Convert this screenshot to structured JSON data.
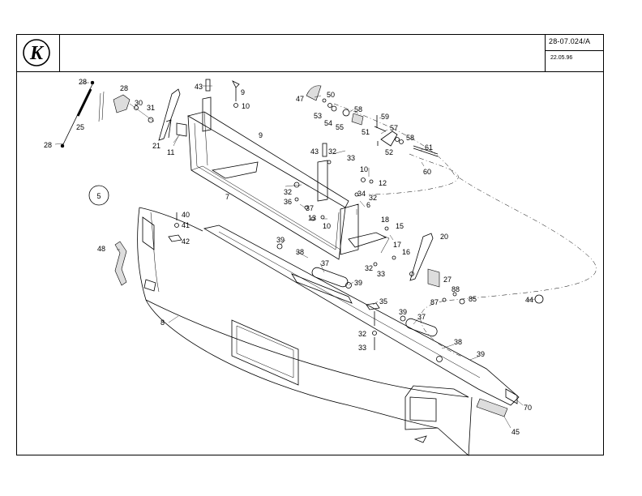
{
  "header": {
    "logo_letter": "K",
    "doc_number": "28-07.024/A",
    "doc_date": "22.05.96"
  },
  "diagram": {
    "circled_label": "5",
    "callouts": [
      {
        "id": "c28a",
        "text": "28"
      },
      {
        "id": "c28b",
        "text": "28"
      },
      {
        "id": "c28c",
        "text": "28"
      },
      {
        "id": "c30",
        "text": "30"
      },
      {
        "id": "c31",
        "text": "31"
      },
      {
        "id": "c25",
        "text": "25"
      },
      {
        "id": "c21",
        "text": "21"
      },
      {
        "id": "c11",
        "text": "11"
      },
      {
        "id": "c43a",
        "text": "43"
      },
      {
        "id": "c9a",
        "text": "9"
      },
      {
        "id": "c10a",
        "text": "10"
      },
      {
        "id": "c9b",
        "text": "9"
      },
      {
        "id": "c7",
        "text": "7"
      },
      {
        "id": "c47",
        "text": "47"
      },
      {
        "id": "c50",
        "text": "50"
      },
      {
        "id": "c53",
        "text": "53"
      },
      {
        "id": "c54",
        "text": "54"
      },
      {
        "id": "c55",
        "text": "55"
      },
      {
        "id": "c58a",
        "text": "58"
      },
      {
        "id": "c59",
        "text": "59"
      },
      {
        "id": "c51",
        "text": "51"
      },
      {
        "id": "c57",
        "text": "57"
      },
      {
        "id": "c58b",
        "text": "58"
      },
      {
        "id": "c52",
        "text": "52"
      },
      {
        "id": "c61",
        "text": "61"
      },
      {
        "id": "c60",
        "text": "60"
      },
      {
        "id": "c43b",
        "text": "43"
      },
      {
        "id": "c32a",
        "text": "32"
      },
      {
        "id": "c33a",
        "text": "33"
      },
      {
        "id": "c10b",
        "text": "10"
      },
      {
        "id": "c12",
        "text": "12"
      },
      {
        "id": "c32b",
        "text": "32"
      },
      {
        "id": "c36",
        "text": "36"
      },
      {
        "id": "c37a",
        "text": "37"
      },
      {
        "id": "c34",
        "text": "34"
      },
      {
        "id": "c32c",
        "text": "32"
      },
      {
        "id": "c6",
        "text": "6"
      },
      {
        "id": "c13",
        "text": "13"
      },
      {
        "id": "c10c",
        "text": "10"
      },
      {
        "id": "c18a",
        "text": "18"
      },
      {
        "id": "c15",
        "text": "15"
      },
      {
        "id": "c17",
        "text": "17"
      },
      {
        "id": "c16",
        "text": "16"
      },
      {
        "id": "c20",
        "text": "20"
      },
      {
        "id": "c32d",
        "text": "32"
      },
      {
        "id": "c33b",
        "text": "33"
      },
      {
        "id": "c27",
        "text": "27"
      },
      {
        "id": "c88",
        "text": "88"
      },
      {
        "id": "c87",
        "text": "87"
      },
      {
        "id": "c85",
        "text": "85"
      },
      {
        "id": "c44",
        "text": "44"
      },
      {
        "id": "c40",
        "text": "40"
      },
      {
        "id": "c41",
        "text": "41"
      },
      {
        "id": "c42",
        "text": "42"
      },
      {
        "id": "c48",
        "text": "48"
      },
      {
        "id": "c39a",
        "text": "39"
      },
      {
        "id": "c38a",
        "text": "38"
      },
      {
        "id": "c37b",
        "text": "37"
      },
      {
        "id": "c39b",
        "text": "39"
      },
      {
        "id": "c35",
        "text": "35"
      },
      {
        "id": "c39c",
        "text": "39"
      },
      {
        "id": "c37c",
        "text": "37"
      },
      {
        "id": "c32e",
        "text": "32"
      },
      {
        "id": "c33c",
        "text": "33"
      },
      {
        "id": "c38b",
        "text": "38"
      },
      {
        "id": "c39d",
        "text": "39"
      },
      {
        "id": "c8",
        "text": "8"
      },
      {
        "id": "c70",
        "text": "70"
      },
      {
        "id": "c45",
        "text": "45"
      }
    ]
  }
}
